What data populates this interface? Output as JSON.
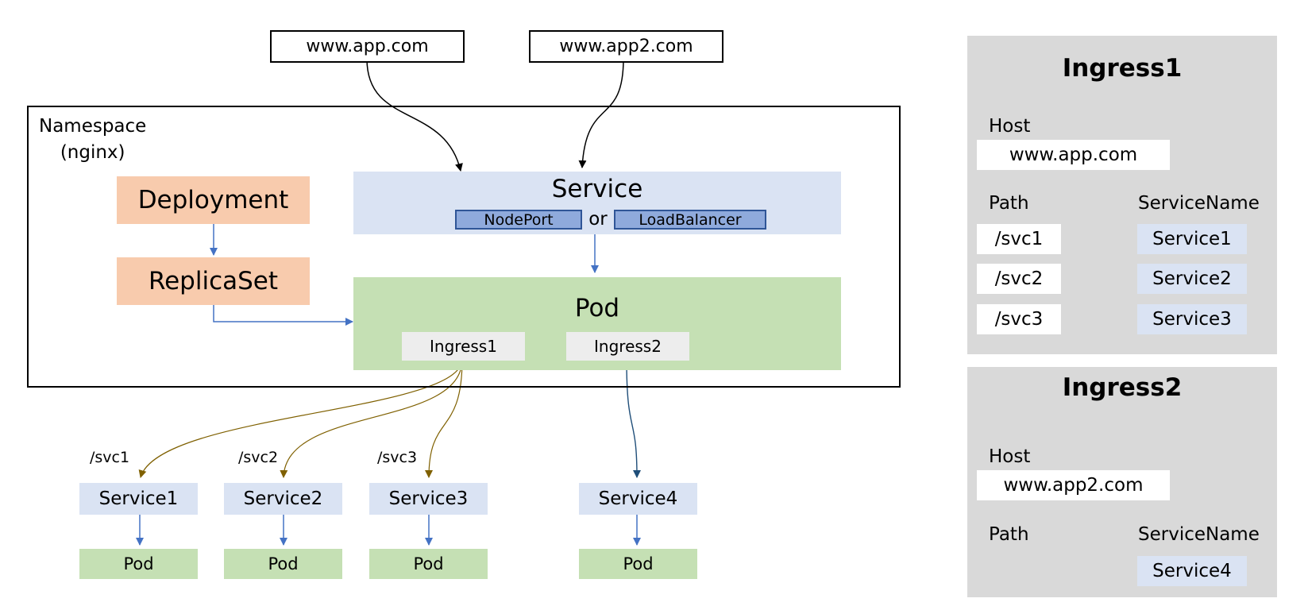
{
  "hosts": [
    "www.app.com",
    "www.app2.com"
  ],
  "namespace": {
    "line1": "Namespace",
    "line2": "(nginx)"
  },
  "deployment": "Deployment",
  "replicaset": "ReplicaSet",
  "service": {
    "title": "Service",
    "nodeport": "NodePort",
    "or": "or",
    "loadbalancer": "LoadBalancer"
  },
  "pod": {
    "title": "Pod",
    "ingress1": "Ingress1",
    "ingress2": "Ingress2"
  },
  "routes": [
    {
      "path": "/svc1",
      "service": "Service1",
      "pod": "Pod"
    },
    {
      "path": "/svc2",
      "service": "Service2",
      "pod": "Pod"
    },
    {
      "path": "/svc3",
      "service": "Service3",
      "pod": "Pod"
    },
    {
      "path": "",
      "service": "Service4",
      "pod": "Pod"
    }
  ],
  "panel1": {
    "title": "Ingress1",
    "host_label": "Host",
    "host_value": "www.app.com",
    "path_label": "Path",
    "service_label": "ServiceName",
    "rows": [
      {
        "path": "/svc1",
        "service": "Service1"
      },
      {
        "path": "/svc2",
        "service": "Service2"
      },
      {
        "path": "/svc3",
        "service": "Service3"
      }
    ]
  },
  "panel2": {
    "title": "Ingress2",
    "host_label": "Host",
    "host_value": "www.app2.com",
    "path_label": "Path",
    "service_label": "ServiceName",
    "service_value": "Service4"
  },
  "colors": {
    "blue_arrow": "#4472c4",
    "gold_arrow": "#7f6000",
    "navy_arrow": "#1f4e79",
    "orange_fill": "#f8cbad",
    "light_blue_fill": "#dae3f3",
    "green_fill": "#c5e0b4",
    "panel_fill": "#d9d9d9"
  }
}
